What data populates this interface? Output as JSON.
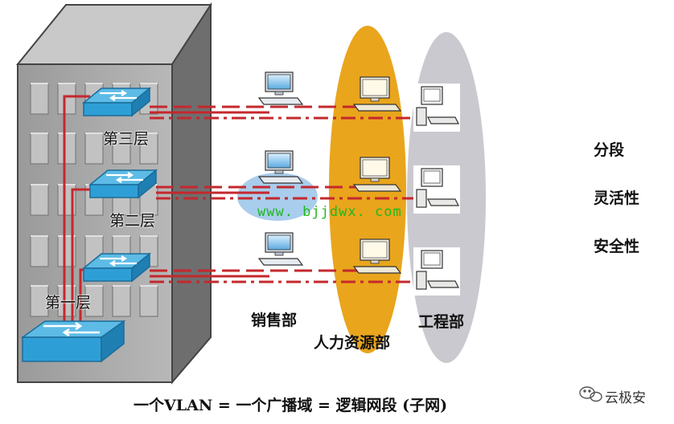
{
  "floors": {
    "third": "第三层",
    "second": "第二层",
    "first": "第一层"
  },
  "departments": {
    "sales": "销售部",
    "hr": "人力资源部",
    "engineering": "工程部"
  },
  "properties": [
    "分段",
    "灵活性",
    "安全性"
  ],
  "watermark": "www. bjjdwx. com",
  "caption": "一个VLAN = 一个广播域 = 逻辑网段 (子网)",
  "brand": "云极安",
  "colors": {
    "building_front": "#a8a8a8",
    "building_side": "#6e6e6e",
    "switch": "#2e9fd6",
    "hr_domain": "#e9a51c",
    "engineering_domain": "#c9c9cf",
    "sales_highlight": "#a9cdec",
    "link_line": "#c4282d"
  }
}
